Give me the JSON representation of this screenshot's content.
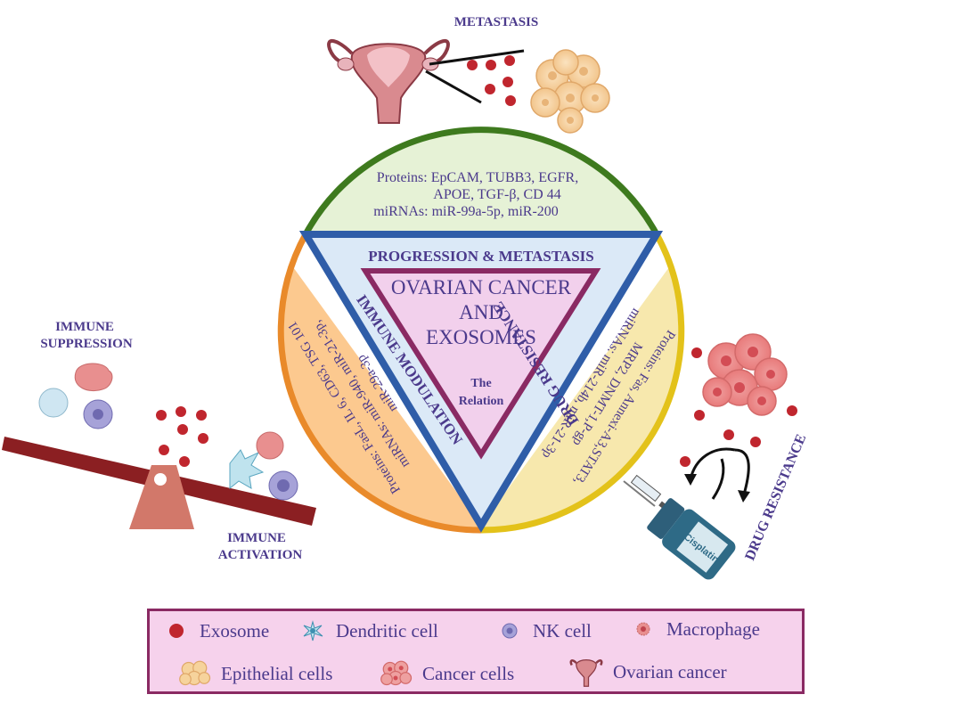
{
  "labels": {
    "metastasis": "METASTASIS",
    "immune_suppression_1": "IMMUNE",
    "immune_suppression_2": "SUPPRESSION",
    "immune_activation_1": "IMMUNE",
    "immune_activation_2": "ACTIVATION",
    "drug_resistance_outer": "DRUG RESISTANCE",
    "cisplatin": "Cisplatin"
  },
  "center": {
    "line1": "OVARIAN CANCER",
    "line2": "AND",
    "line3": "EXOSOMES",
    "relation_1": "The",
    "relation_2": "Relation"
  },
  "triangle_sides": {
    "top": "PROGRESSION & METASTASIS",
    "left": "IMMUNE MODULATION",
    "right": "DRUG RESISTANCE"
  },
  "segments": {
    "top": {
      "line1": "Proteins: EpCAM, TUBB3, EGFR,",
      "line2": "APOE, TGF-β, CD 44",
      "line3": "miRNAs: miR-99a-5p, miR-200"
    },
    "left": {
      "line1": "Proteins: FasL, IL 6, CD63, TSG 101",
      "line2": "miRNAs: miR-940, miR-21-3p,",
      "line3": "miR-29a-3p"
    },
    "right": {
      "line1": "Proteins: Fas, Annexi-A3,STAT3,",
      "line2": "MRP2, DNMT-1,P-gp",
      "line3": "miRNAs: miR-214b, miR-21-3p"
    }
  },
  "legend": {
    "exosome": "Exosome",
    "dendritic": "Dendritic cell",
    "nk": "NK cell",
    "macrophage": "Macrophage",
    "epithelial": "Epithelial cells",
    "cancer": "Cancer cells",
    "ovarian": "Ovarian cancer"
  },
  "colors": {
    "text_purple": "#4b3a8c",
    "green_ring": "#3e7a1e",
    "orange_ring": "#e98a2a",
    "yellow_ring": "#e3c21a",
    "triangle_blue": "#2f5da8",
    "inner_triangle": "#8a2a63",
    "exosome_red": "#c0262e",
    "seesaw_red": "#8b1f22",
    "legend_bg": "#f6d2ec"
  }
}
